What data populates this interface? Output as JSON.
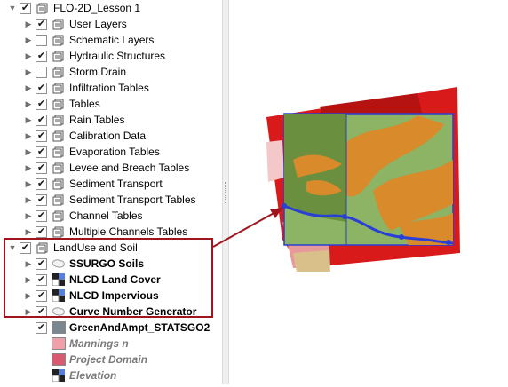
{
  "root": {
    "label": "FLO-2D_Lesson 1",
    "checked": true,
    "expanded": true
  },
  "groups": [
    {
      "label": "User Layers",
      "checked": true
    },
    {
      "label": "Schematic Layers",
      "checked": false
    },
    {
      "label": "Hydraulic Structures",
      "checked": true
    },
    {
      "label": "Storm Drain",
      "checked": false
    },
    {
      "label": "Infiltration Tables",
      "checked": true
    },
    {
      "label": "Tables",
      "checked": true
    },
    {
      "label": "Rain Tables",
      "checked": true
    },
    {
      "label": "Calibration Data",
      "checked": true
    },
    {
      "label": "Evaporation Tables",
      "checked": true
    },
    {
      "label": "Levee and Breach Tables",
      "checked": true
    },
    {
      "label": "Sediment Transport",
      "checked": true
    },
    {
      "label": "Sediment Transport Tables",
      "checked": true
    },
    {
      "label": "Channel Tables",
      "checked": true
    },
    {
      "label": "Multiple Channels Tables",
      "checked": true
    }
  ],
  "landuse_group": {
    "label": "LandUse and Soil",
    "checked": true,
    "expanded": true
  },
  "landuse_layers": [
    {
      "label": "SSURGO Soils",
      "checked": true,
      "icon": "polygon-layer-icon"
    },
    {
      "label": "NLCD Land Cover",
      "checked": true,
      "icon": "raster-layer-icon"
    },
    {
      "label": "NLCD Impervious",
      "checked": true,
      "icon": "raster-layer-icon"
    },
    {
      "label": "Curve Number Generator",
      "checked": true,
      "icon": "polygon-layer-icon"
    }
  ],
  "other_layers": [
    {
      "label": "GreenAndAmpt_STATSGO2",
      "checked": true,
      "swatch": "#7a8690",
      "style": "bold"
    },
    {
      "label": "Mannings n",
      "checked": null,
      "swatch": "#f0a0a8",
      "style": "italic"
    },
    {
      "label": "Project Domain",
      "checked": null,
      "swatch": "#d85a70",
      "style": "italic"
    },
    {
      "label": "Elevation",
      "checked": null,
      "swatch": "raster",
      "style": "italic"
    }
  ],
  "colors": {
    "highlight": "#a0141e",
    "soil_green_light": "#8db365",
    "soil_green_dark": "#6a8f3f",
    "soil_orange": "#d98a2b",
    "raster_red": "#d81a1a",
    "boundary_blue": "#2a3fd6"
  }
}
